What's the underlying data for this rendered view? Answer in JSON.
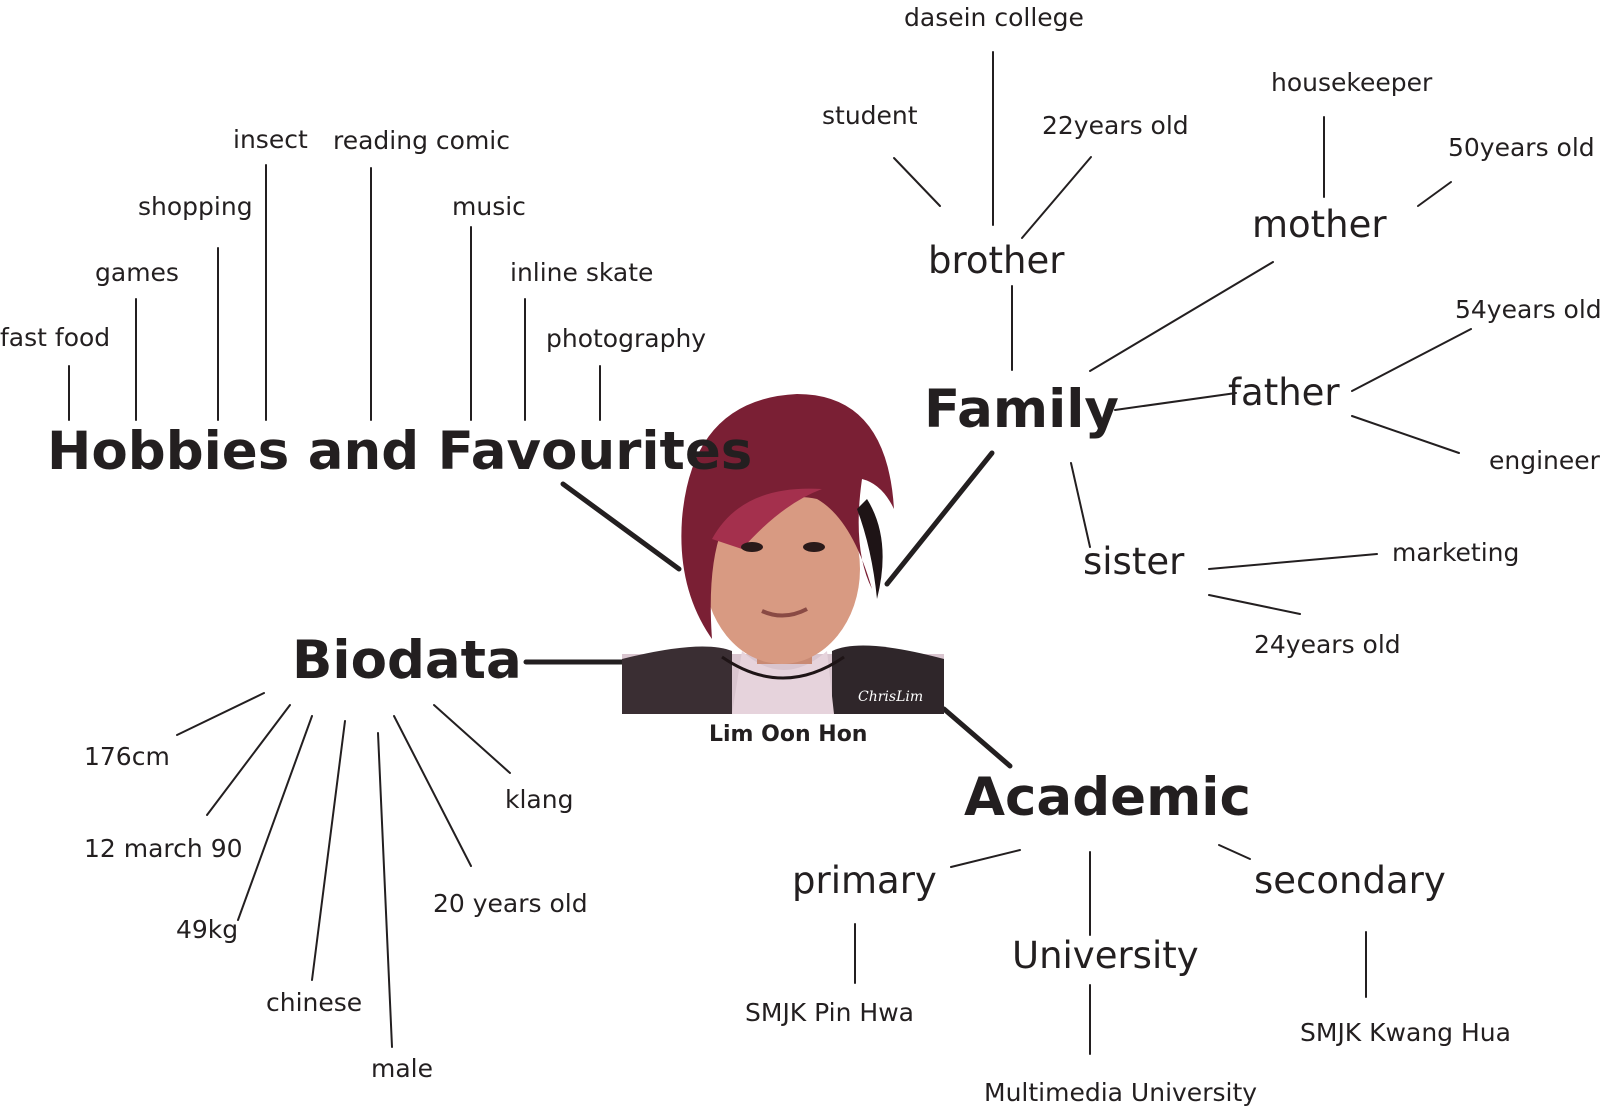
{
  "person": {
    "name": "Lim Oon Hon",
    "signature": "ChrisLim"
  },
  "hobbies": {
    "title": "Hobbies and Favourites",
    "items": [
      "fast food",
      "games",
      "shopping",
      "insect",
      "reading comic",
      "music",
      "inline skate",
      "photography"
    ]
  },
  "family": {
    "title": "Family",
    "brother": {
      "label": "brother",
      "student": "student",
      "college": "dasein college",
      "age": "22years old"
    },
    "mother": {
      "label": "mother",
      "job": "housekeeper",
      "age": "50years old"
    },
    "father": {
      "label": "father",
      "age": "54years old",
      "job": "engineer"
    },
    "sister": {
      "label": "sister",
      "job": "marketing",
      "age": "24years old"
    }
  },
  "biodata": {
    "title": "Biodata",
    "height": "176cm",
    "birthday": "12 march 90",
    "weight": "49kg",
    "race": "chinese",
    "gender": "male",
    "age": "20 years old",
    "hometown": "klang"
  },
  "academic": {
    "title": "Academic",
    "primary": {
      "label": "primary",
      "school": "SMJK Pin Hwa"
    },
    "university": {
      "label": "University",
      "school": "Multimedia University"
    },
    "secondary": {
      "label": "secondary",
      "school": "SMJK Kwang Hua"
    }
  }
}
